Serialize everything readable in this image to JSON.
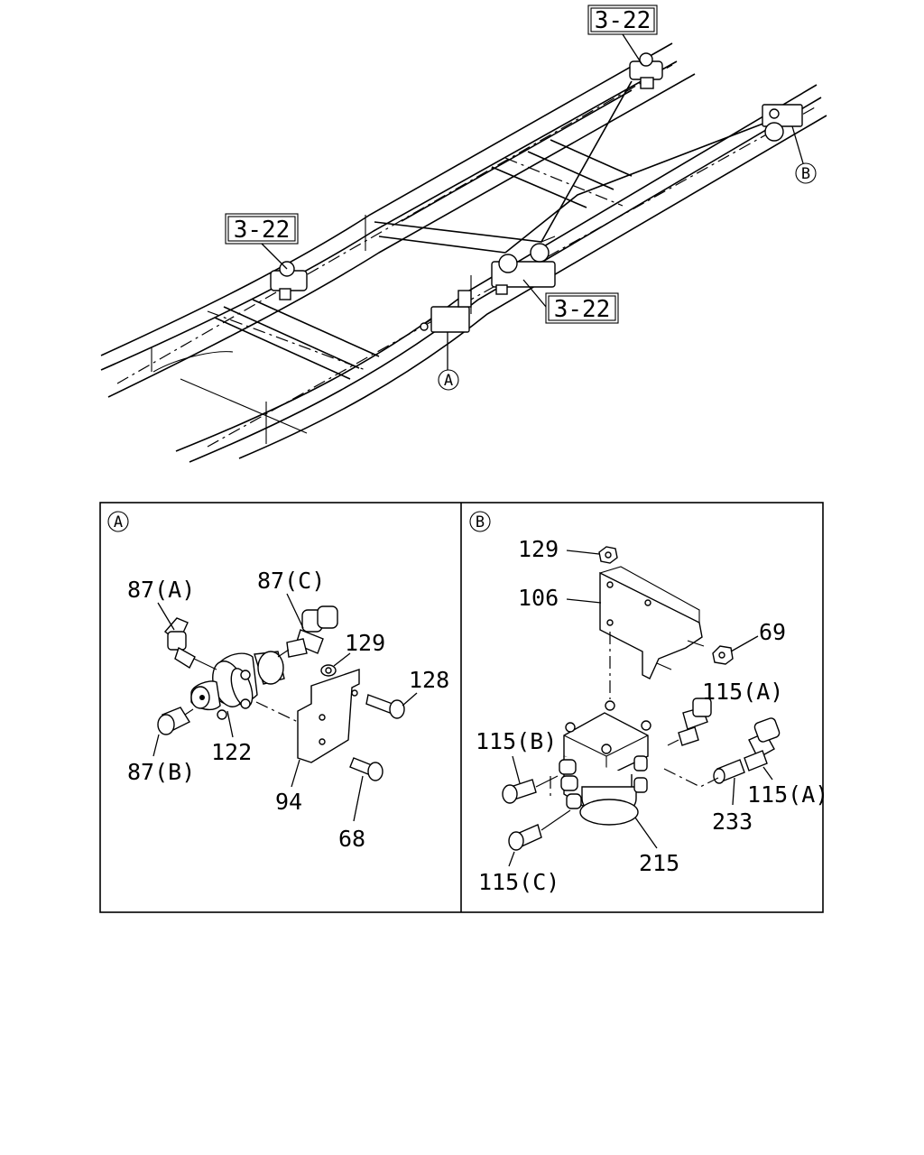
{
  "overview": {
    "ref_labels": [
      "3-22",
      "3-22",
      "3-22"
    ],
    "detail_markers": [
      "A",
      "B"
    ]
  },
  "panel_a": {
    "marker": "A",
    "labels": {
      "p87a": "87(A)",
      "p87c": "87(C)",
      "p129": "129",
      "p128": "128",
      "p87b": "87(B)",
      "p122": "122",
      "p94": "94",
      "p68": "68"
    }
  },
  "panel_b": {
    "marker": "B",
    "labels": {
      "p129": "129",
      "p106": "106",
      "p69": "69",
      "p115a_top": "115(A)",
      "p115b": "115(B)",
      "p233": "233",
      "p115a_right": "115(A)",
      "p215": "215",
      "p115c": "115(C)"
    }
  }
}
